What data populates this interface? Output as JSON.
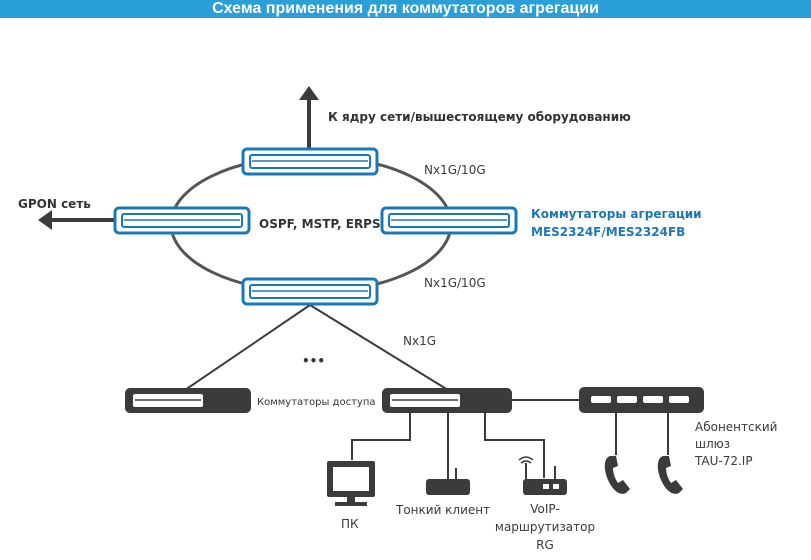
{
  "title": "Схема применения для коммутаторов агрегации",
  "labels": {
    "core": "К ядру сети/вышестоящему оборудованию",
    "gpon": "GPON сеть",
    "link_top": "Nx1G/10G",
    "link_bottom": "Nx1G/10G",
    "protocols": "OSPF, MSTP, ERPS",
    "agg_line1": "Коммутаторы агрегации",
    "agg_line2": "MES2324F/MES2324FB",
    "dots": "•••",
    "access_link": "Nx1G",
    "access": "Коммутаторы доступа",
    "gateway_line1": "Абонентский",
    "gateway_line2": "шлюз",
    "gateway_line3": "TAU-72.IP",
    "pc": "ПК",
    "thin_client": "Тонкий клиент",
    "voip_line1": "VoIP-",
    "voip_line2": "маршрутизатор",
    "voip_line3": "RG"
  },
  "colors": {
    "accent": "#1a78b8",
    "title_bar": "#2a9fd8",
    "device_dark": "#3b3b3b",
    "line": "#3b3b3b"
  }
}
